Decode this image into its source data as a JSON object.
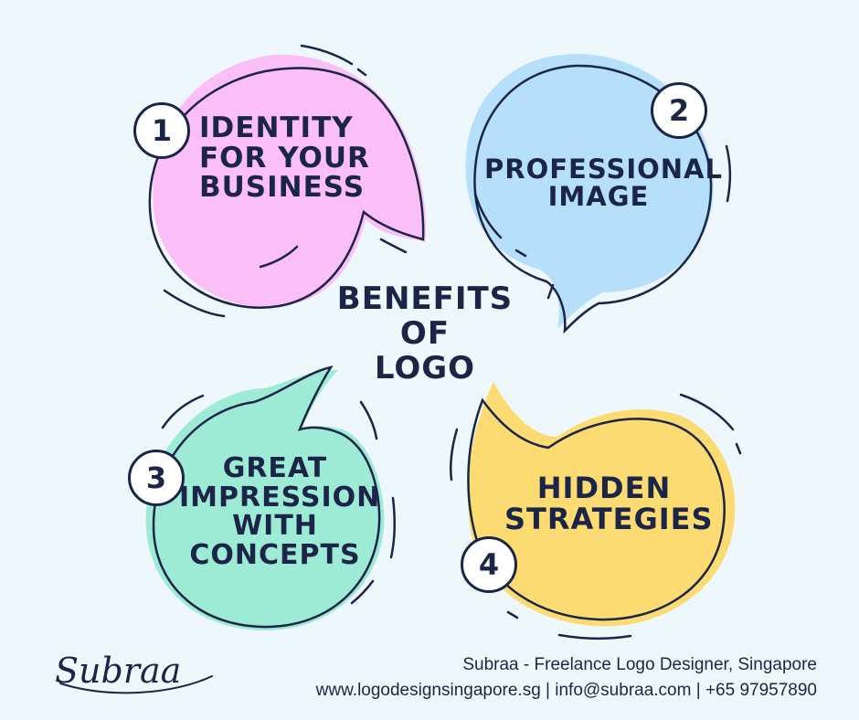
{
  "center_title": [
    "BENEFITS",
    "OF",
    "LOGO"
  ],
  "bubbles": [
    {
      "number": "1",
      "lines": [
        "IDENTITY",
        "FOR YOUR",
        "BUSINESS"
      ],
      "color": "#fbbef6"
    },
    {
      "number": "2",
      "lines": [
        "PROFESSIONAL",
        "IMAGE"
      ],
      "color": "#b5dffb"
    },
    {
      "number": "3",
      "lines": [
        "GREAT",
        "IMPRESSION",
        "WITH",
        "CONCEPTS"
      ],
      "color": "#9eebd5"
    },
    {
      "number": "4",
      "lines": [
        "HIDDEN",
        "STRATEGIES"
      ],
      "color": "#fcdb72"
    }
  ],
  "brand": {
    "logo_text": "Subraa"
  },
  "footer": {
    "line1": "Subraa - Freelance Logo Designer, Singapore",
    "line2": "www.logodesignsingapore.sg | info@subraa.com | +65 97957890"
  },
  "colors": {
    "background": "#eef7fc",
    "ink": "#1b2547"
  }
}
